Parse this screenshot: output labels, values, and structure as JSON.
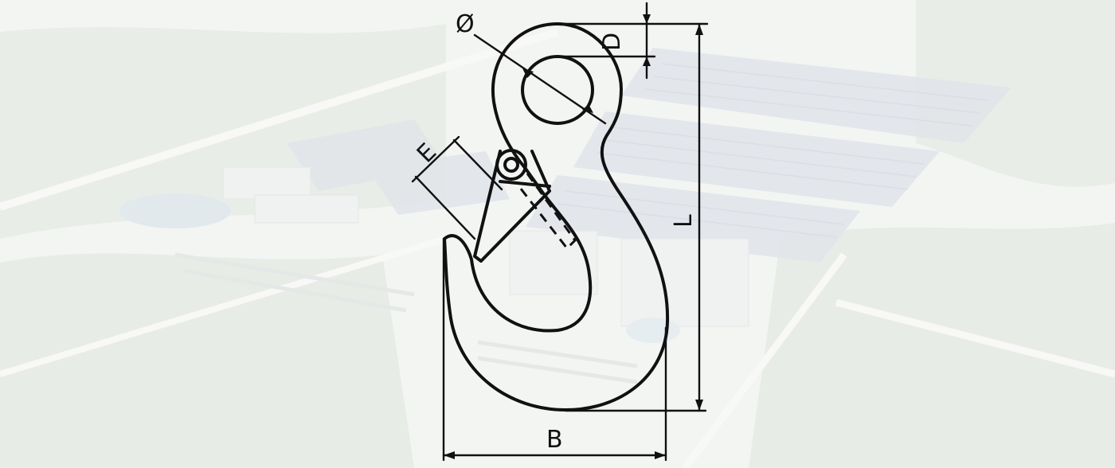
{
  "background": {
    "description_colors": {
      "sky": "#eef1ee",
      "vegetation": "#c6d3c4",
      "roof": "#c4ccd6",
      "road": "#dfe3e0"
    }
  },
  "drawing": {
    "stroke_color": "#111111",
    "dimension_labels": {
      "diameter": "Ø",
      "d": "D",
      "e": "E",
      "l": "L",
      "b": "B"
    }
  }
}
